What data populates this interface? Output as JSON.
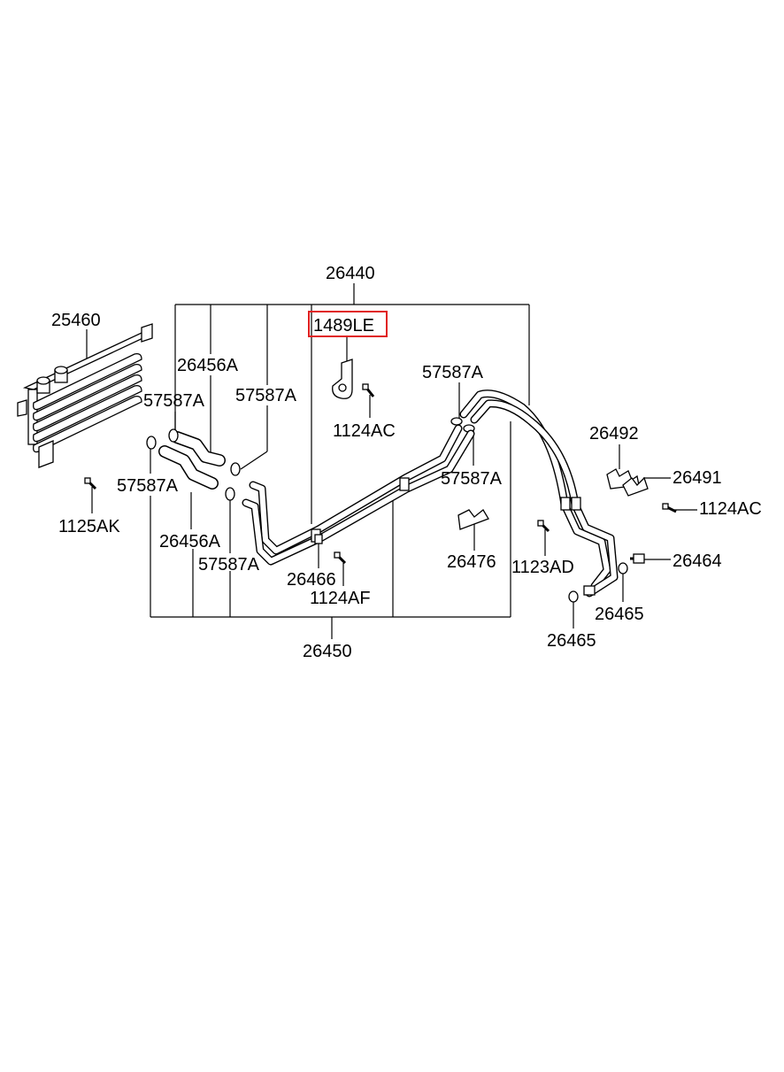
{
  "labels": {
    "assembly": "26440",
    "highlighted": "1489LE",
    "cooler": "25460",
    "hose_upper": "26456A",
    "clamp_left": "57587A",
    "clamp_mid": "57587A",
    "clamp_upper_right": "57587A",
    "clamp_lower_right": "57587A",
    "clamp_left_lower": "57587A",
    "clamp_bottom": "57587A",
    "hose_lower": "26456A",
    "bolt_bracket": "1124AC",
    "bolt_cooler": "1125AK",
    "clip_26492": "26492",
    "clip_26491": "26491",
    "bolt_right": "1124AC",
    "bracket_26476": "26476",
    "bolt_1123": "1123AD",
    "bolt_26464": "26464",
    "washer_a": "26465",
    "washer_b": "26465",
    "clamp_26466": "26466",
    "bolt_1124af": "1124AF",
    "tube_assembly": "26450"
  },
  "colors": {
    "highlight": "#e02020",
    "line": "#000000",
    "background": "#ffffff"
  }
}
